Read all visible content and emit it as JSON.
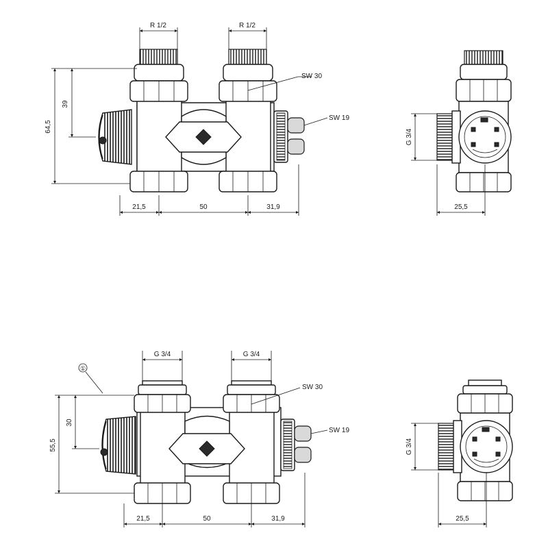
{
  "top_front": {
    "connection_left": "R 1/2",
    "connection_right": "R 1/2",
    "wrench_nut": "SW 30",
    "wrench_cap": "SW 19",
    "height_total": "64,5",
    "height_partial": "39",
    "offset_left": "21,5",
    "center_distance": "50",
    "offset_right": "31,9"
  },
  "top_side": {
    "thread": "G 3/4",
    "depth": "25,5"
  },
  "bottom_front": {
    "marker": "①",
    "connection_left": "G 3/4",
    "connection_right": "G 3/4",
    "wrench_nut": "SW 30",
    "wrench_cap": "SW 19",
    "height_total": "55,5",
    "height_partial": "30",
    "offset_left": "21,5",
    "center_distance": "50",
    "offset_right": "31,9"
  },
  "bottom_side": {
    "thread": "G 3/4",
    "depth": "25,5"
  }
}
